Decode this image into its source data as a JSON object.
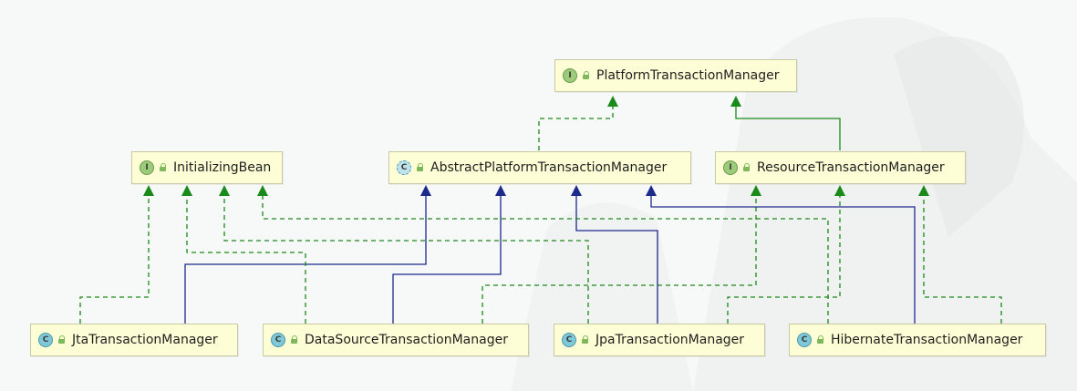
{
  "nodes": {
    "platform_tm": {
      "label": "PlatformTransactionManager",
      "kind": "interface",
      "badge": "I"
    },
    "initializing_bean": {
      "label": "InitializingBean",
      "kind": "interface",
      "badge": "I"
    },
    "abstract_platform_tm": {
      "label": "AbstractPlatformTransactionManager",
      "kind": "abstract-class",
      "badge": "C"
    },
    "resource_tm": {
      "label": "ResourceTransactionManager",
      "kind": "interface",
      "badge": "I"
    },
    "jta_tm": {
      "label": "JtaTransactionManager",
      "kind": "class",
      "badge": "C"
    },
    "datasource_tm": {
      "label": "DataSourceTransactionManager",
      "kind": "class",
      "badge": "C"
    },
    "jpa_tm": {
      "label": "JpaTransactionManager",
      "kind": "class",
      "badge": "C"
    },
    "hibernate_tm": {
      "label": "HibernateTransactionManager",
      "kind": "class",
      "badge": "C"
    }
  },
  "edges": [
    {
      "from": "abstract_platform_tm",
      "to": "platform_tm",
      "type": "implements"
    },
    {
      "from": "resource_tm",
      "to": "platform_tm",
      "type": "extends"
    },
    {
      "from": "jta_tm",
      "to": "initializing_bean",
      "type": "implements"
    },
    {
      "from": "jta_tm",
      "to": "abstract_platform_tm",
      "type": "extends"
    },
    {
      "from": "datasource_tm",
      "to": "initializing_bean",
      "type": "implements"
    },
    {
      "from": "datasource_tm",
      "to": "abstract_platform_tm",
      "type": "extends"
    },
    {
      "from": "datasource_tm",
      "to": "resource_tm",
      "type": "implements"
    },
    {
      "from": "jpa_tm",
      "to": "initializing_bean",
      "type": "implements"
    },
    {
      "from": "jpa_tm",
      "to": "abstract_platform_tm",
      "type": "extends"
    },
    {
      "from": "jpa_tm",
      "to": "resource_tm",
      "type": "implements"
    },
    {
      "from": "hibernate_tm",
      "to": "initializing_bean",
      "type": "implements"
    },
    {
      "from": "hibernate_tm",
      "to": "abstract_platform_tm",
      "type": "extends"
    },
    {
      "from": "hibernate_tm",
      "to": "resource_tm",
      "type": "implements"
    }
  ],
  "colors": {
    "implements": "#1a8a1a",
    "extends_class": "#1c2a8c",
    "extends_interface": "#1a8a1a",
    "node_fill": "#fefed6",
    "node_border": "#c9c9a6",
    "interface_badge": "#9ccb7a",
    "class_badge": "#7fc8d8"
  }
}
